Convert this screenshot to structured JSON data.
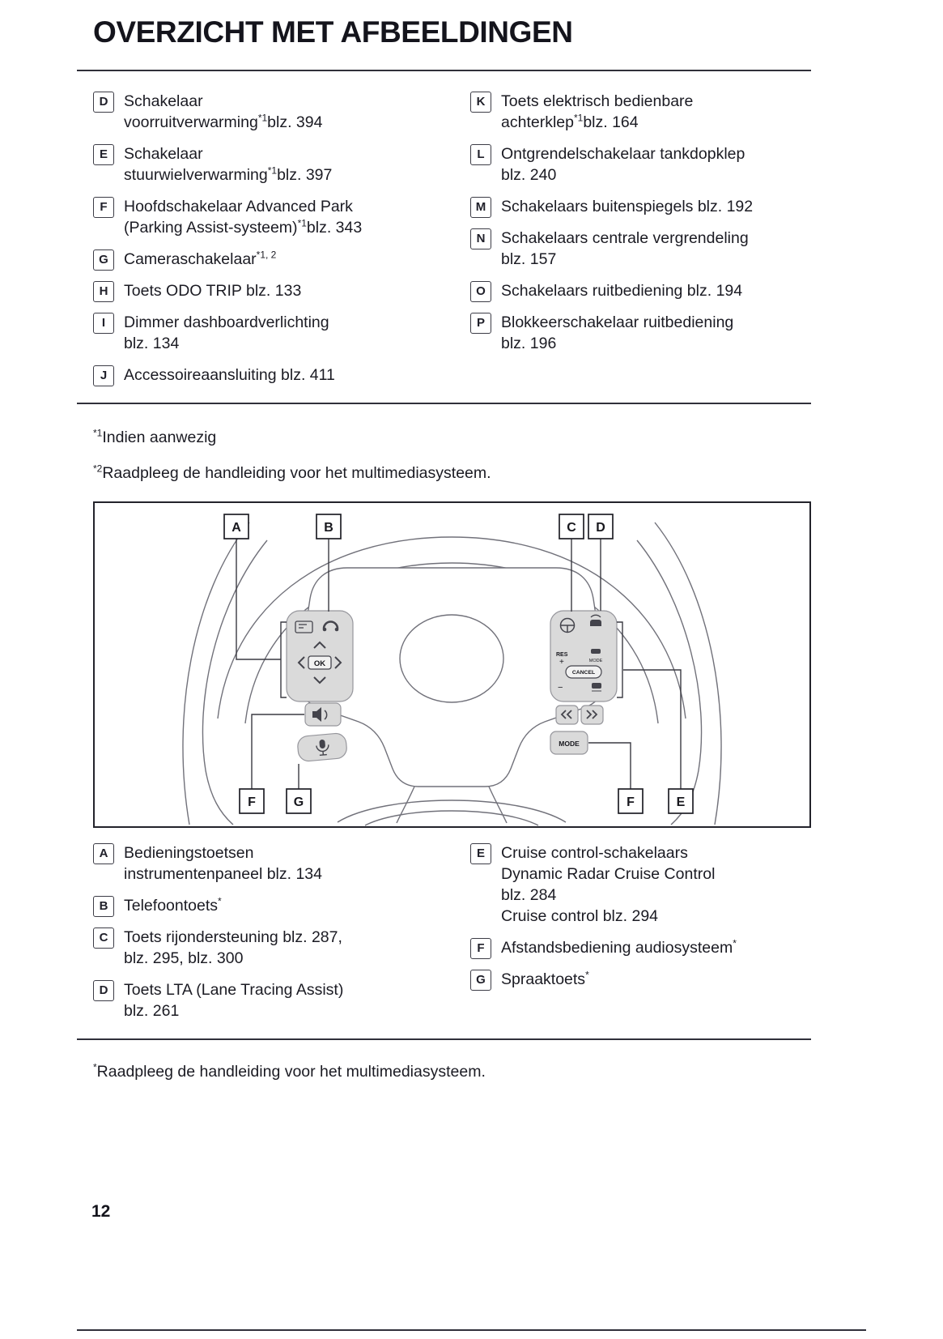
{
  "document": {
    "title": "OVERZICHT MET AFBEELDINGEN",
    "page_number": "12"
  },
  "section1": {
    "left_items": [
      {
        "key": "D",
        "parts": [
          {
            "t": "Schakelaar"
          },
          {
            "b": 1
          },
          {
            "t": "voorruitverwarming"
          },
          {
            "s": "*1"
          },
          {
            "t": "blz. 394"
          }
        ]
      },
      {
        "key": "E",
        "parts": [
          {
            "t": "Schakelaar"
          },
          {
            "b": 1
          },
          {
            "t": "stuurwielverwarming"
          },
          {
            "s": "*1"
          },
          {
            "t": "blz. 397"
          }
        ]
      },
      {
        "key": "F",
        "parts": [
          {
            "t": "Hoofdschakelaar Advanced Park"
          },
          {
            "b": 1
          },
          {
            "t": "(Parking Assist-systeem)"
          },
          {
            "s": "*1"
          },
          {
            "t": "blz. 343"
          }
        ]
      },
      {
        "key": "G",
        "parts": [
          {
            "t": "Cameraschakelaar"
          },
          {
            "s": "*1, 2"
          }
        ]
      },
      {
        "key": "H",
        "parts": [
          {
            "t": "Toets ODO TRIP blz. 133"
          }
        ]
      },
      {
        "key": "I",
        "parts": [
          {
            "t": "Dimmer dashboardverlichting"
          },
          {
            "b": 1
          },
          {
            "t": "blz. 134"
          }
        ]
      },
      {
        "key": "J",
        "parts": [
          {
            "t": "Accessoireaansluiting blz. 411"
          }
        ]
      }
    ],
    "right_items": [
      {
        "key": "K",
        "parts": [
          {
            "t": "Toets elektrisch bedienbare"
          },
          {
            "b": 1
          },
          {
            "t": "achterklep"
          },
          {
            "s": "*1"
          },
          {
            "t": "blz. 164"
          }
        ]
      },
      {
        "key": "L",
        "parts": [
          {
            "t": "Ontgrendelschakelaar tankdopklep"
          },
          {
            "b": 1
          },
          {
            "t": "blz. 240"
          }
        ]
      },
      {
        "key": "M",
        "parts": [
          {
            "t": "Schakelaars buitenspiegels blz. 192"
          }
        ]
      },
      {
        "key": "N",
        "parts": [
          {
            "t": "Schakelaars centrale vergrendeling"
          },
          {
            "b": 1
          },
          {
            "t": "blz. 157"
          }
        ]
      },
      {
        "key": "O",
        "parts": [
          {
            "t": "Schakelaars ruitbediening blz. 194"
          }
        ]
      },
      {
        "key": "P",
        "parts": [
          {
            "t": "Blokkeerschakelaar ruitbediening"
          },
          {
            "b": 1
          },
          {
            "t": "blz. 196"
          }
        ]
      }
    ],
    "footnotes": [
      {
        "sup": "*1",
        "text": "Indien aanwezig"
      },
      {
        "sup": "*2",
        "text": "Raadpleeg de handleiding voor het multimediasysteem."
      }
    ]
  },
  "diagram": {
    "callouts": [
      "A",
      "B",
      "C",
      "D",
      "F",
      "G",
      "F",
      "E"
    ],
    "button_labels": {
      "ok": "OK",
      "res": "RES",
      "plus": "+",
      "minus": "−",
      "cancel": "CANCEL",
      "mode_small": "MODE",
      "mode": "MODE"
    }
  },
  "section2": {
    "left_items": [
      {
        "key": "A",
        "parts": [
          {
            "t": "Bedieningstoetsen"
          },
          {
            "b": 1
          },
          {
            "t": "instrumentenpaneel blz. 134"
          }
        ]
      },
      {
        "key": "B",
        "parts": [
          {
            "t": "Telefoontoets"
          },
          {
            "s": "*"
          }
        ]
      },
      {
        "key": "C",
        "parts": [
          {
            "t": "Toets rijondersteuning blz. 287,"
          },
          {
            "b": 1
          },
          {
            "t": "blz. 295, blz. 300"
          }
        ]
      },
      {
        "key": "D",
        "parts": [
          {
            "t": "Toets LTA (Lane Tracing Assist)"
          },
          {
            "b": 1
          },
          {
            "t": "blz. 261"
          }
        ]
      }
    ],
    "right_items": [
      {
        "key": "E",
        "parts": [
          {
            "t": "Cruise control-schakelaars"
          },
          {
            "b": 1
          },
          {
            "t": "Dynamic Radar Cruise Control"
          },
          {
            "b": 1
          },
          {
            "t": "blz. 284"
          },
          {
            "b": 1
          },
          {
            "t": "Cruise control blz. 294"
          }
        ]
      },
      {
        "key": "F",
        "parts": [
          {
            "t": "Afstandsbediening audiosysteem"
          },
          {
            "s": "*"
          }
        ]
      },
      {
        "key": "G",
        "parts": [
          {
            "t": "Spraaktoets"
          },
          {
            "s": "*"
          }
        ]
      }
    ],
    "footnote": {
      "sup": "*",
      "text": "Raadpleeg de handleiding voor het multimediasysteem."
    }
  }
}
